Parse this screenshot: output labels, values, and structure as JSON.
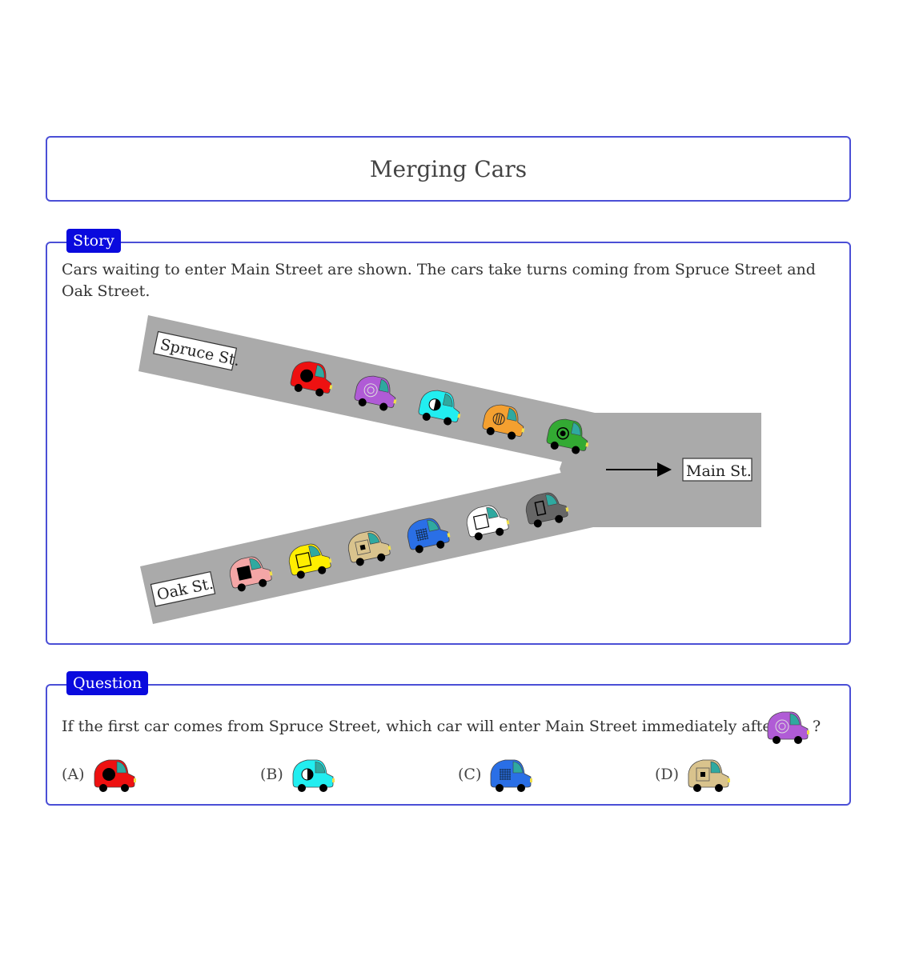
{
  "title": "Merging Cars",
  "story": {
    "tag": "Story",
    "text": "Cars waiting to enter Main Street are shown. The cars take turns coming from Spruce Street and Oak Street.",
    "spruce_label": "Spruce St.",
    "oak_label": "Oak St.",
    "main_label": "Main St.",
    "spruce_cars": [
      {
        "color": "#ee1111",
        "pattern": "dot"
      },
      {
        "color": "#b05bd6",
        "pattern": "target"
      },
      {
        "color": "#22eef0",
        "pattern": "half"
      },
      {
        "color": "#f4a030",
        "pattern": "lines"
      },
      {
        "color": "#33aa33",
        "pattern": "ring"
      }
    ],
    "oak_cars": [
      {
        "color": "#f4a6a6",
        "pattern": "square-filled"
      },
      {
        "color": "#ffee00",
        "pattern": "square-open"
      },
      {
        "color": "#d9c38d",
        "pattern": "square-small"
      },
      {
        "color": "#2a6fe6",
        "pattern": "grid"
      },
      {
        "color": "#ffffff",
        "pattern": "square-open"
      },
      {
        "color": "#666666",
        "pattern": "rect"
      }
    ]
  },
  "question": {
    "tag": "Question",
    "text": "If the first car comes from Spruce Street, which car will enter Main Street immediately after",
    "after_car": {
      "color": "#b05bd6",
      "pattern": "target"
    },
    "mark": "?",
    "options": [
      {
        "label": "(A)",
        "color": "#ee1111",
        "pattern": "dot"
      },
      {
        "label": "(B)",
        "color": "#22eef0",
        "pattern": "half"
      },
      {
        "label": "(C)",
        "color": "#2a6fe6",
        "pattern": "grid"
      },
      {
        "label": "(D)",
        "color": "#d9c38d",
        "pattern": "square-small"
      }
    ]
  }
}
